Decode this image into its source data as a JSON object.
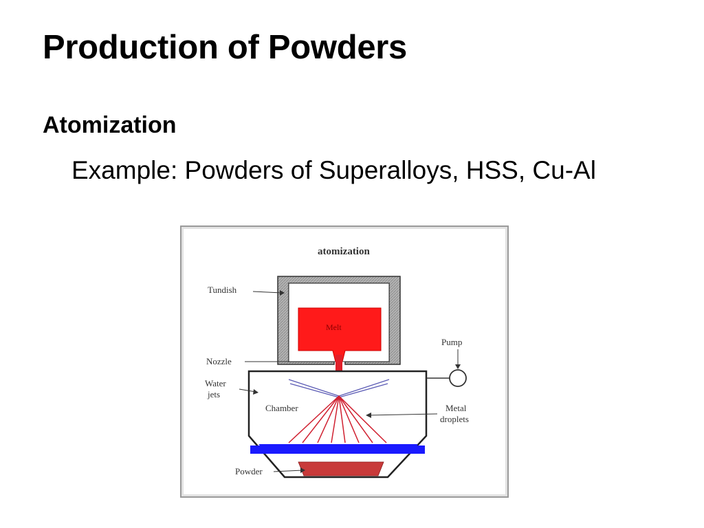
{
  "slide": {
    "title": "Production of Powders",
    "section_heading": "Atomization",
    "example_text": "Example: Powders of Superalloys, HSS, Cu-Al"
  },
  "diagram": {
    "title": "atomization",
    "labels": {
      "tundish": "Tundish",
      "melt": "Melt",
      "nozzle": "Nozzle",
      "water_jets_line1": "Water",
      "water_jets_line2": "jets",
      "chamber": "Chamber",
      "pump": "Pump",
      "metal_droplets_line1": "Metal",
      "metal_droplets_line2": "droplets",
      "powder": "Powder"
    },
    "colors": {
      "melt": "#ff1a1a",
      "stream": "#e0202a",
      "water": "#1a1aff",
      "powder": "#c83a3a",
      "tundish_wall": "#a8a8a8",
      "jets": "#5a5ab4"
    }
  }
}
